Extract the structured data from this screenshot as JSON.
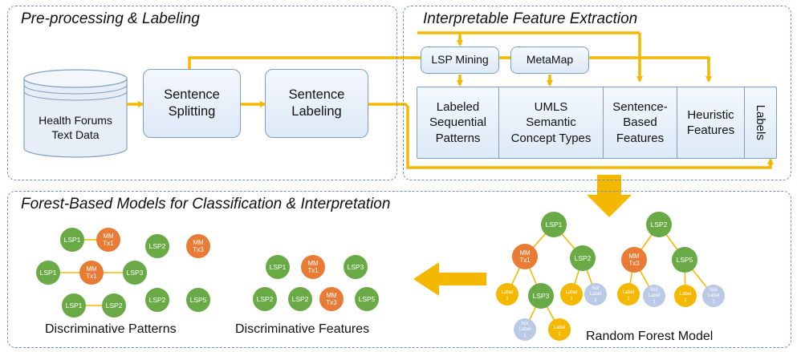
{
  "panels": {
    "preprocessing": "Pre-processing & Labeling",
    "extraction": "Interpretable Feature Extraction",
    "models": "Forest-Based Models for Classification & Interpretation"
  },
  "pipeline": {
    "database_line1": "Health Forums",
    "database_line2": "Text Data",
    "splitting_line1": "Sentence",
    "splitting_line2": "Splitting",
    "labeling_line1": "Sentence",
    "labeling_line2": "Labeling"
  },
  "tools": {
    "lsp_mining": "LSP Mining",
    "metamap": "MetaMap"
  },
  "features": {
    "lsp_line1": "Labeled",
    "lsp_line2": "Sequential",
    "lsp_line3": "Patterns",
    "umls_line1": "UMLS",
    "umls_line2": "Semantic",
    "umls_line3": "Concept Types",
    "sent_line1": "Sentence-",
    "sent_line2": "Based",
    "sent_line3": "Features",
    "heur_line1": "Heuristic",
    "heur_line2": "Features",
    "labels": "Labels"
  },
  "captions": {
    "patterns": "Discriminative Patterns",
    "features": "Discriminative Features",
    "forest": "Random Forest Model"
  },
  "nodes": {
    "lsp1": "LSP1",
    "lsp2": "LSP2",
    "lsp3": "LSP3",
    "lsp5": "LSP5",
    "mm_line1": "MM",
    "mmtx1_line2": "Tx1",
    "mmtx3_line2": "Tx3",
    "label_line1": "Label",
    "label_line2": "1",
    "notlabel_line1": "Not",
    "notlabel_line2": "Label",
    "notlabel_line3": "1"
  },
  "colors": {
    "arrow": "#f5b800",
    "green": "#6aaa46",
    "orange": "#ea7b34",
    "yellow": "#f5b800",
    "lightblue": "#b9c9e6",
    "panel_border": "#6f93b8",
    "box_border": "#7e9fc2"
  }
}
